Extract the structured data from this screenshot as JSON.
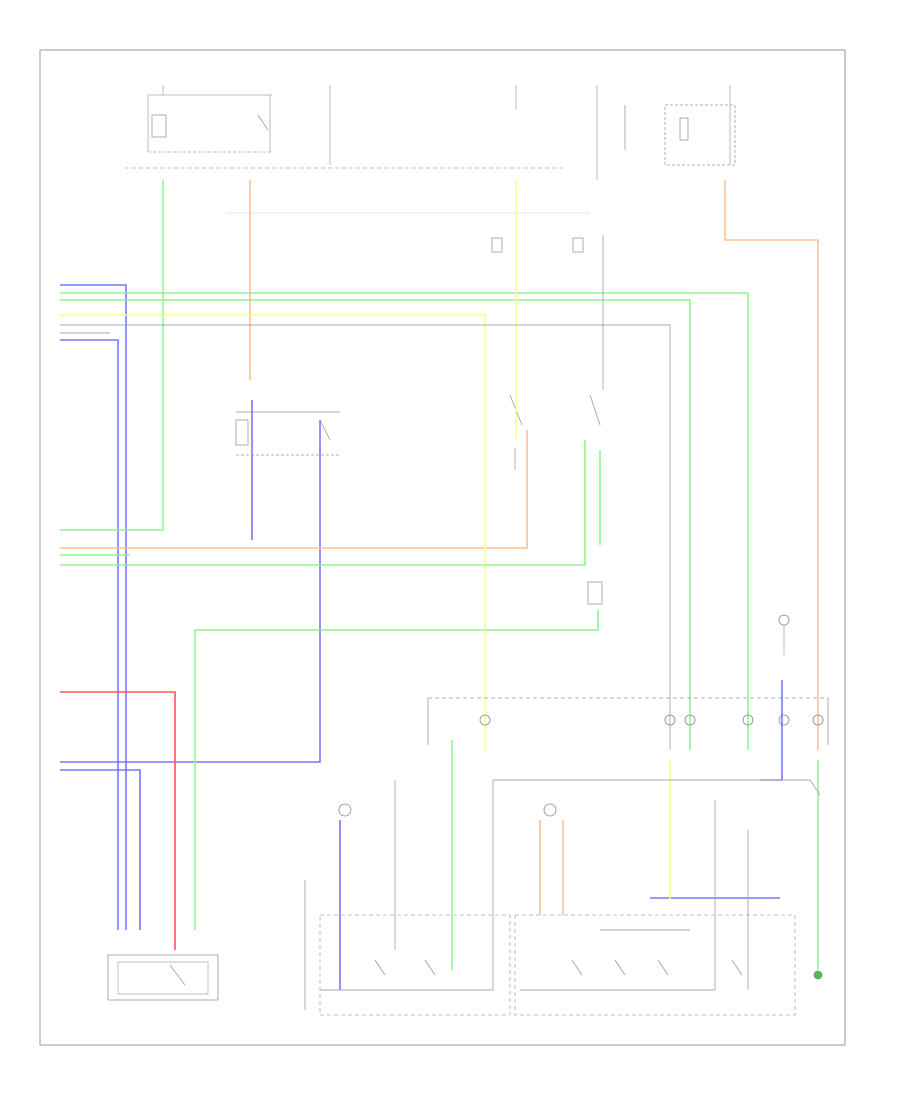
{
  "page": {
    "footer_left": "",
    "footer_center": ""
  },
  "wire_colors": {
    "green": "#8ef58e",
    "blue": "#7777ff",
    "orange": "#ffc090",
    "yellow": "#ffff88",
    "red": "#ff5555",
    "gray": "#9a9a9a",
    "light_gray": "#cccccc",
    "frame": "#999999"
  },
  "top_connectors": [
    {
      "id": "c1",
      "label": ""
    },
    {
      "id": "c2",
      "label": ""
    },
    {
      "id": "c3",
      "label": ""
    },
    {
      "id": "c4",
      "label": ""
    },
    {
      "id": "c5",
      "label": ""
    }
  ],
  "components": {
    "top_left_relay": "",
    "top_right_module": "",
    "mid_relay": "",
    "switch_a": "",
    "switch_b": "",
    "lower_relay": "",
    "ground_symbol": "",
    "splice_connector": "",
    "bottom_left_unit": "",
    "bottom_center_box": "",
    "bottom_right_box": "",
    "right_ground": ""
  }
}
